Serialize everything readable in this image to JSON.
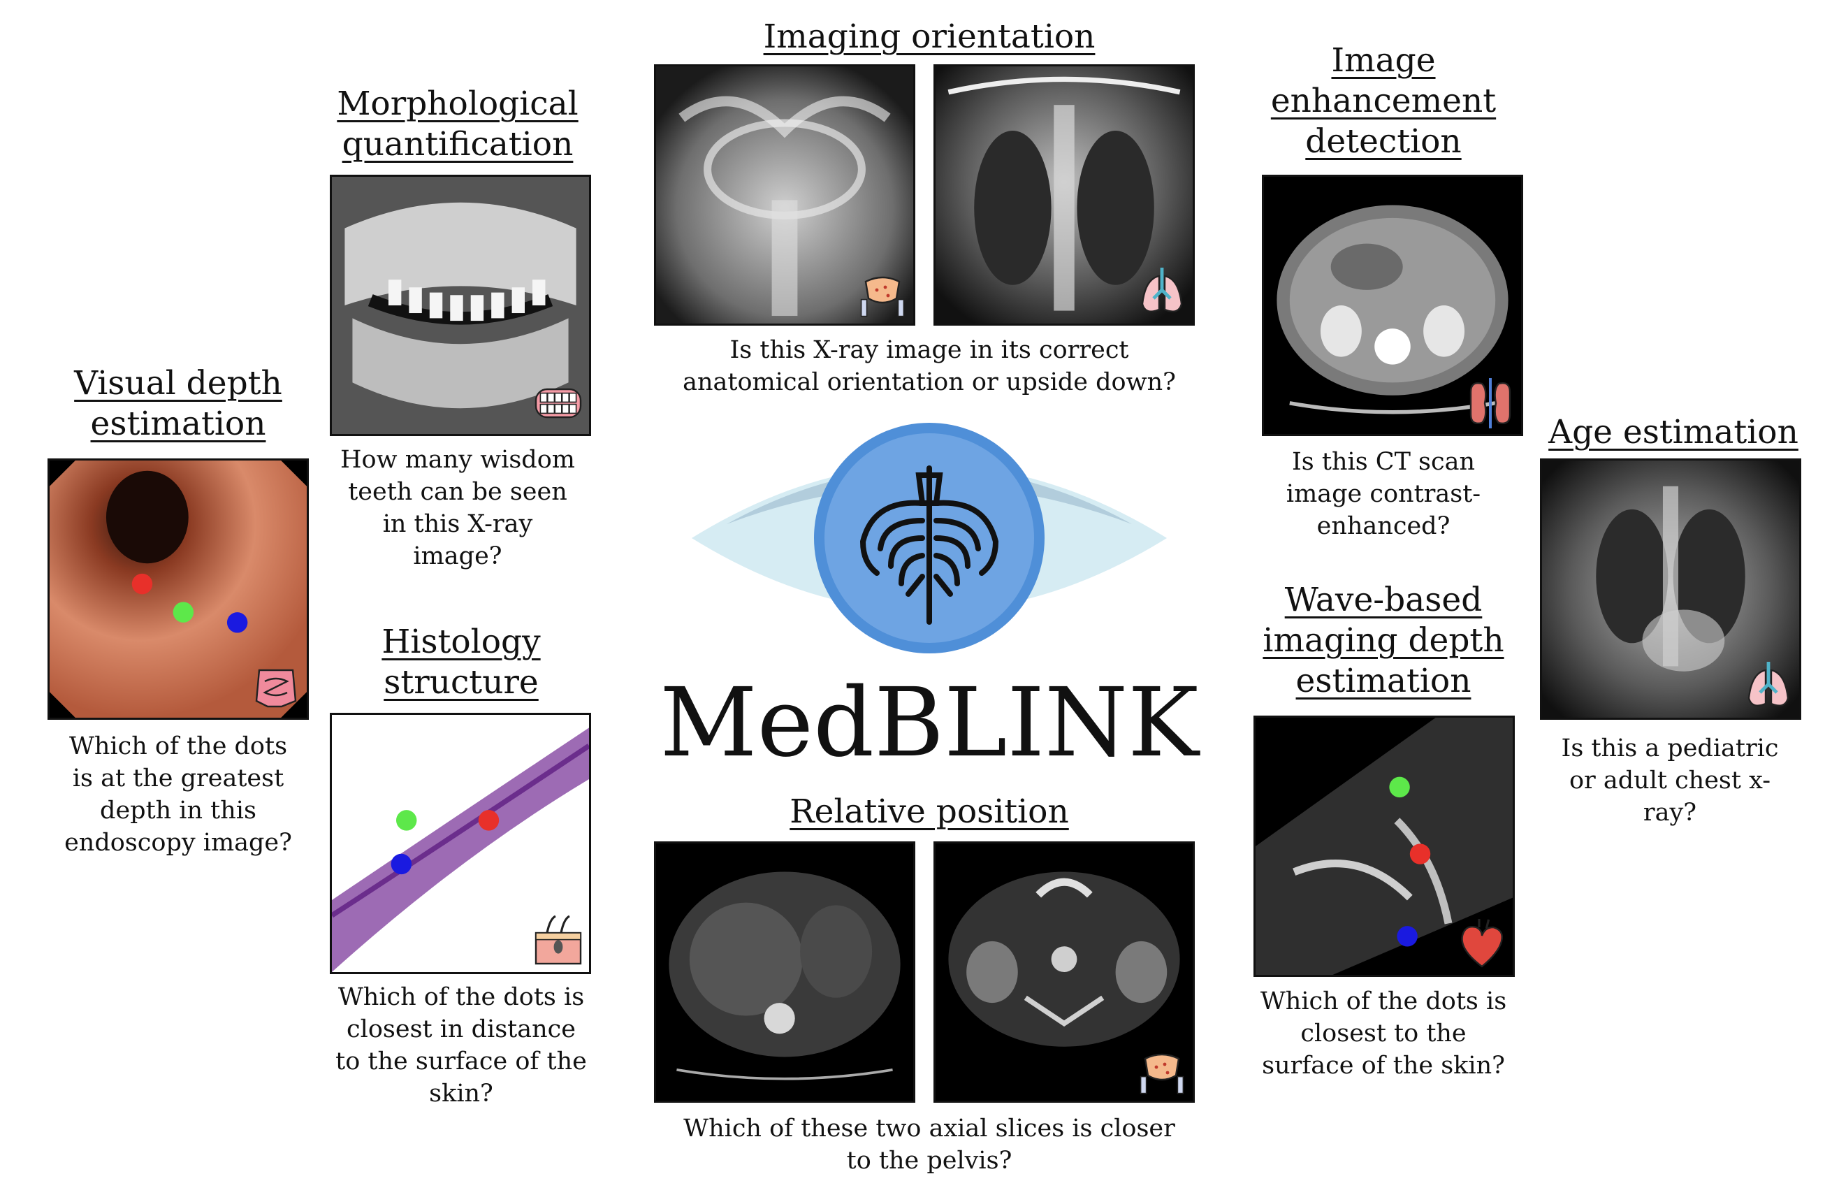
{
  "brand": "MedBLINK",
  "tasks": {
    "imaging_orientation": {
      "title": "Imaging orientation",
      "question": "Is this X-ray image in its correct anatomical orientation or upside down?"
    },
    "morphological": {
      "title": "Morphological quantification",
      "question": "How many wisdom teeth can be seen in this X-ray image?"
    },
    "image_enhancement": {
      "title": "Image enhancement detection",
      "question": "Is this CT scan image contrast-enhanced?"
    },
    "visual_depth": {
      "title": "Visual depth estimation",
      "question": "Which of the dots is at the greatest depth in this endoscopy image?"
    },
    "age_estimation": {
      "title": "Age estimation",
      "question": "Is this a pediatric or adult chest x-ray?"
    },
    "histology": {
      "title": "Histology structure",
      "question": "Which of the dots is closest in distance to the surface of the skin?"
    },
    "wave_depth": {
      "title": "Wave-based imaging depth estimation",
      "question": "Which of the dots is closest to the surface of the skin?"
    },
    "relative_position": {
      "title": "Relative position",
      "question": "Which of these two axial slices is closer to the pelvis?"
    }
  },
  "icons": {
    "pelvis": "pelvis-icon",
    "lungs": "lungs-icon",
    "teeth": "teeth-icon",
    "kidney": "kidney-icon",
    "intestine": "intestine-icon",
    "skin": "skin-icon",
    "heart": "heart-icon",
    "eye_logo": "eye-ribcage-logo"
  },
  "colors": {
    "dot_red": "#e8302a",
    "dot_green": "#5de84a",
    "dot_blue": "#1a1ae0",
    "eye_light": "#d6ecf3",
    "eye_dark": "#a9c6d6",
    "iris": "#4f8fd8"
  }
}
